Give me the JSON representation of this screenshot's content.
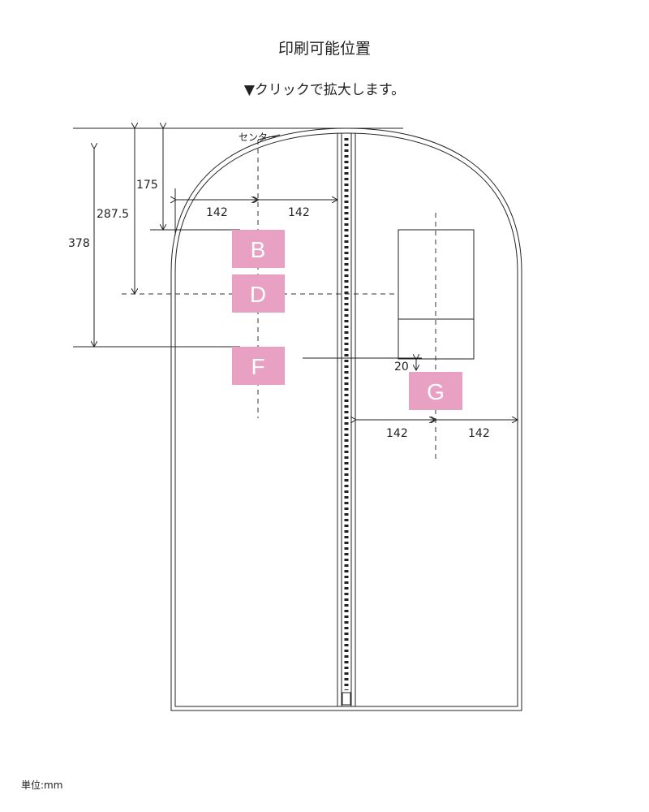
{
  "title": "印刷可能位置",
  "subtitle": "▼クリックで拡大します。",
  "center_label": "センター",
  "unit_label": "単位:mm",
  "print_areas": [
    {
      "label": "B",
      "color": "#E8A1C2"
    },
    {
      "label": "D",
      "color": "#E8A1C2"
    },
    {
      "label": "F",
      "color": "#E8A1C2"
    },
    {
      "label": "G",
      "color": "#E8A1C2"
    }
  ],
  "dimensions": {
    "top_to_b": "175",
    "top_to_d": "287.5",
    "top_to_f": "378",
    "left_half": "142",
    "right_half": "142",
    "pocket_to_g": "20",
    "g_left": "142",
    "g_right": "142"
  }
}
